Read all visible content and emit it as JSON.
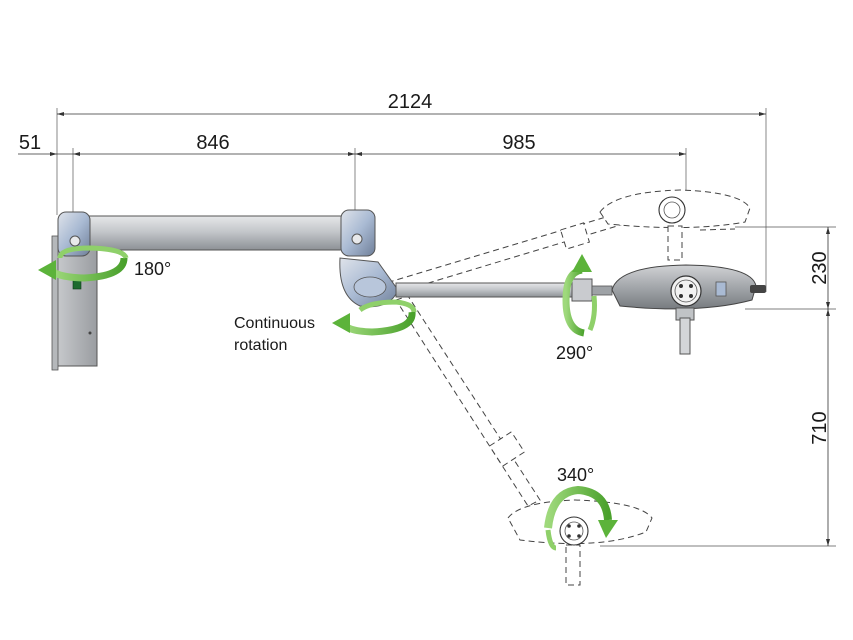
{
  "dimensions": {
    "overall_width": "2124",
    "wall_offset": "51",
    "arm_length": "846",
    "extension_arm_length": "985",
    "height_upper": "230",
    "height_lower": "710"
  },
  "rotations": {
    "wall_mount": "180°",
    "spring_arm": "290°",
    "lamp_head": "340°",
    "joint_line1": "Continuous",
    "joint_line2": "rotation"
  },
  "colors": {
    "arm_gray": "#b9bcc0",
    "joint_blue": "#9fb4cf",
    "arrow_green": "#6cc04a",
    "dimension_line": "#333333"
  }
}
